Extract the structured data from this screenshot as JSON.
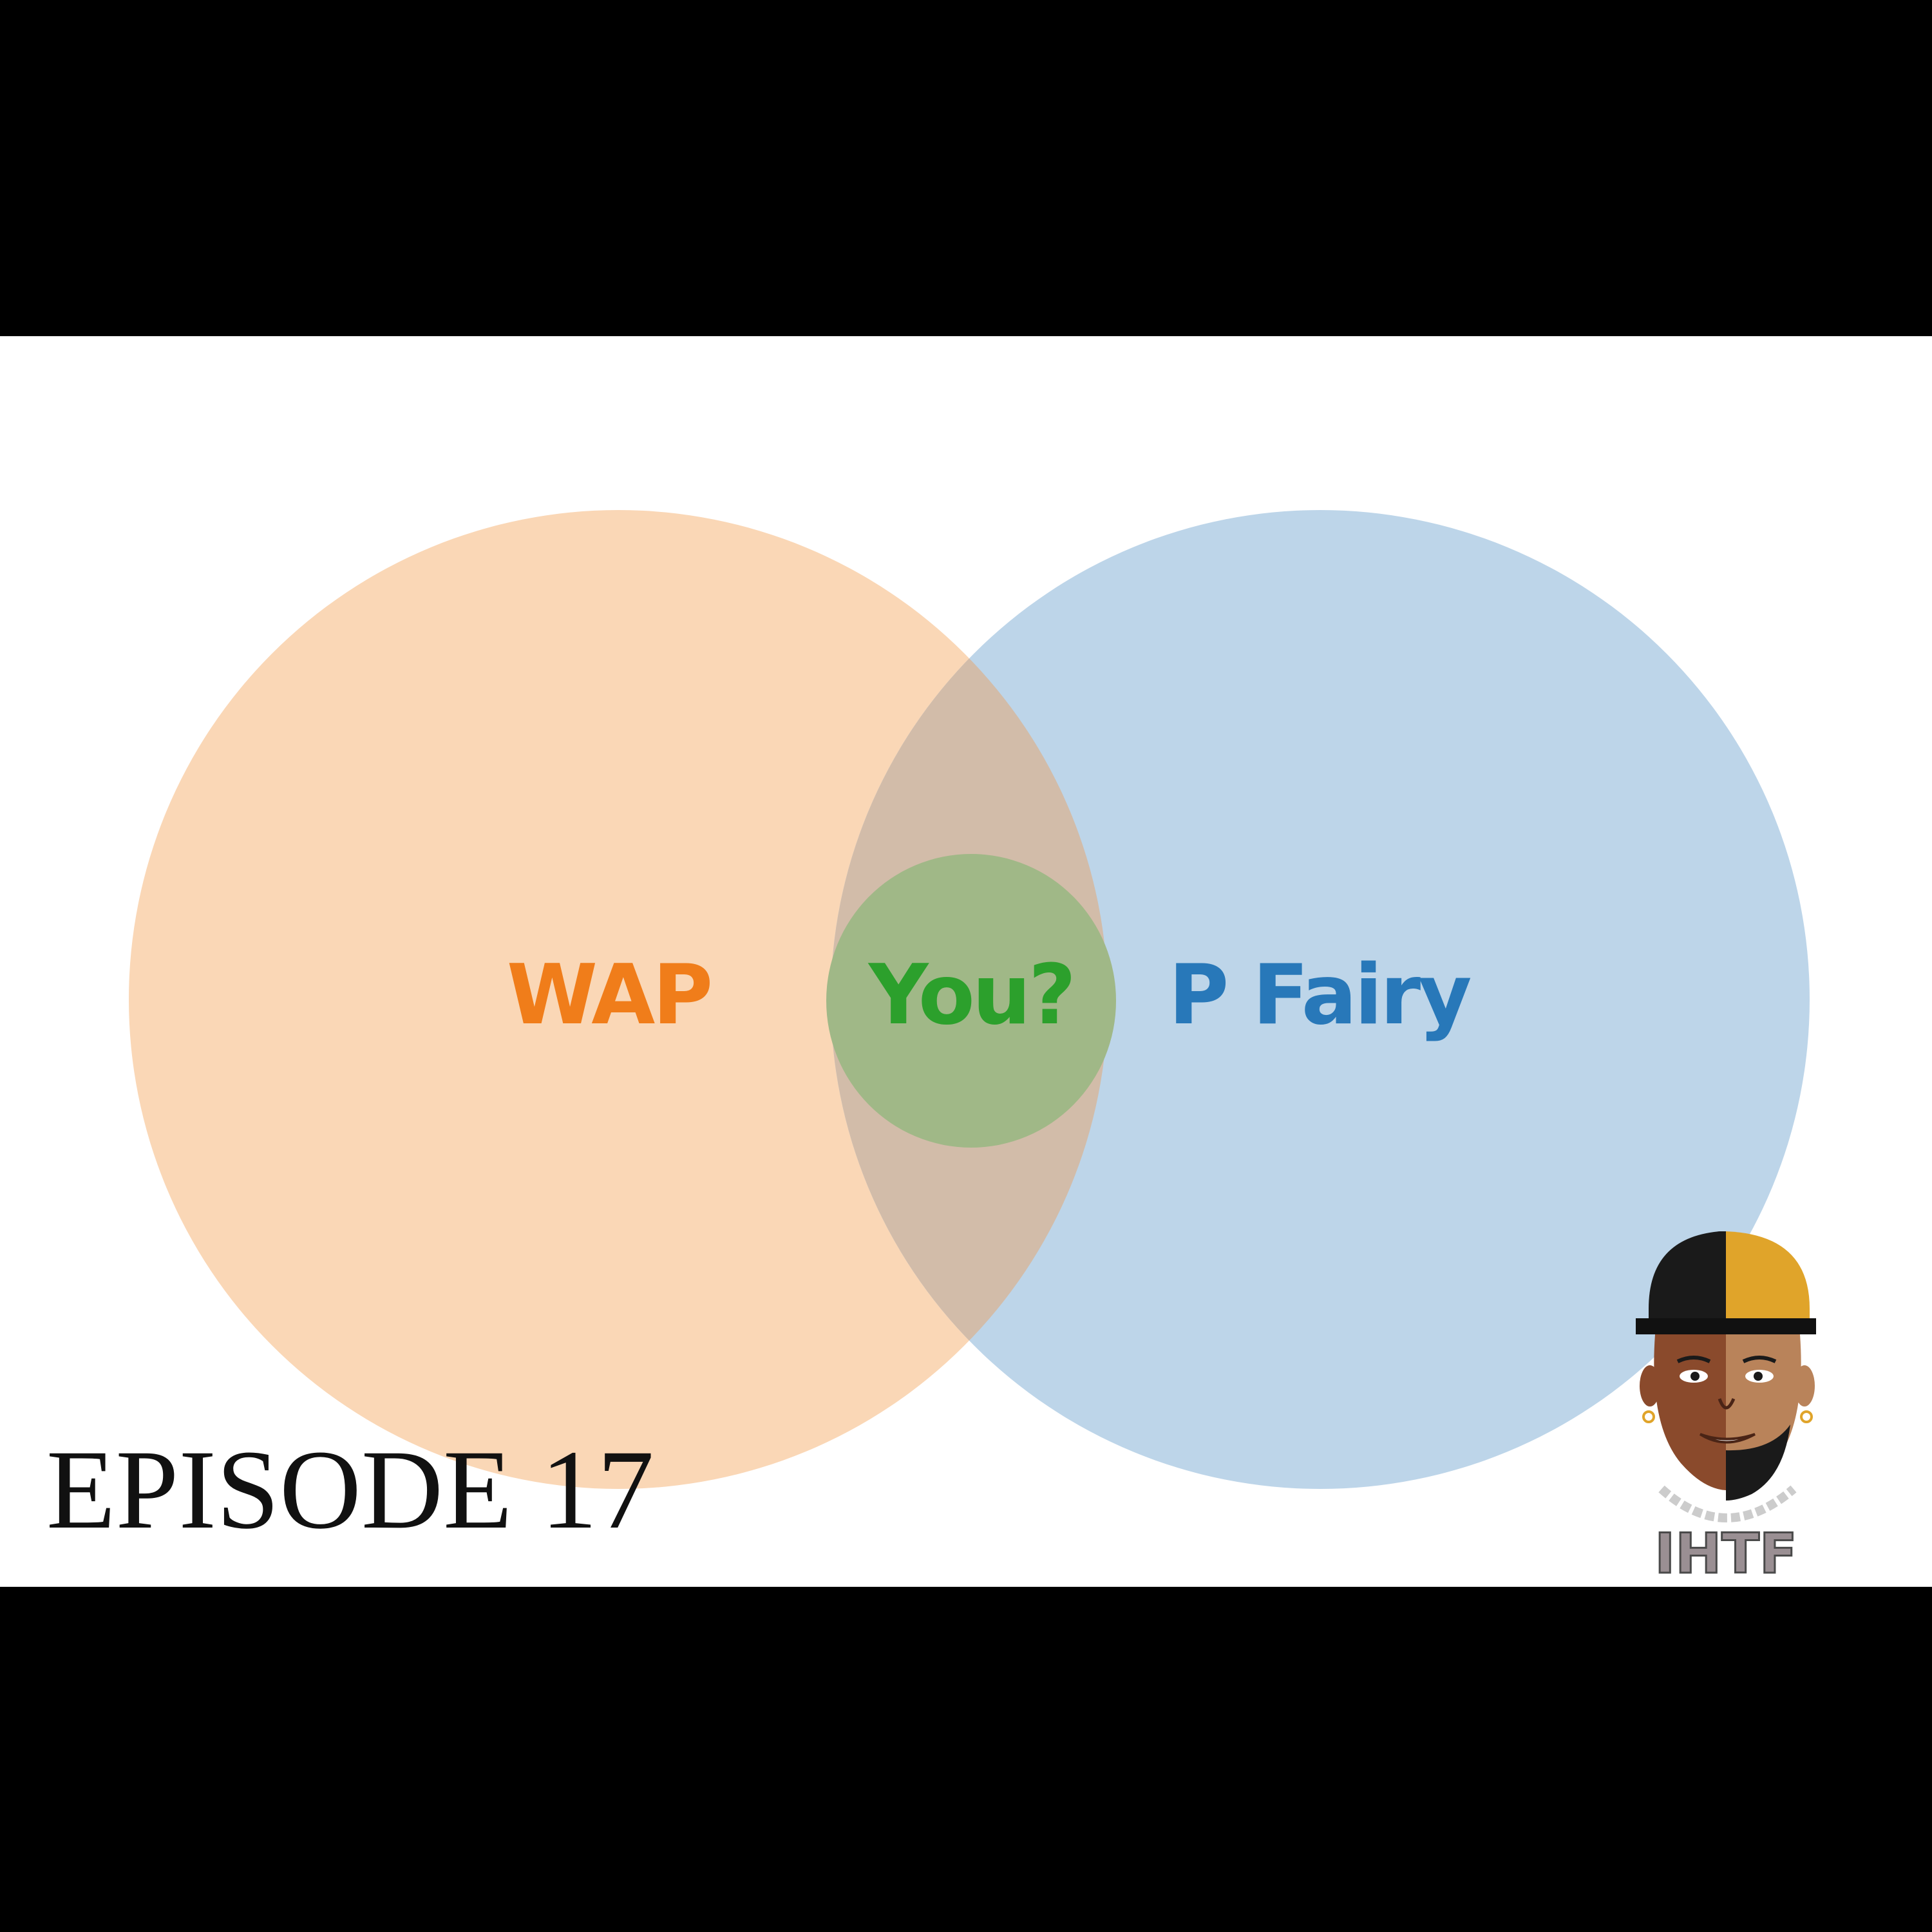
{
  "venn": {
    "sets": [
      {
        "label": "WAP",
        "color": "#fad7b6",
        "label_color": "#f07d1a"
      },
      {
        "label": "P Fairy",
        "color": "#bdd5e9",
        "label_color": "#2878b9"
      }
    ],
    "intersection": {
      "label": "You?",
      "color": "#a0b887",
      "label_color": "#2ca02c",
      "overlap_color": "#d2bca9"
    }
  },
  "episode": {
    "label": "EPISODE 17"
  },
  "logo": {
    "text": "IHTF",
    "icon": "cartoon-face-logo-icon"
  },
  "colors": {
    "background": "#ffffff",
    "letterbox": "#000000"
  }
}
